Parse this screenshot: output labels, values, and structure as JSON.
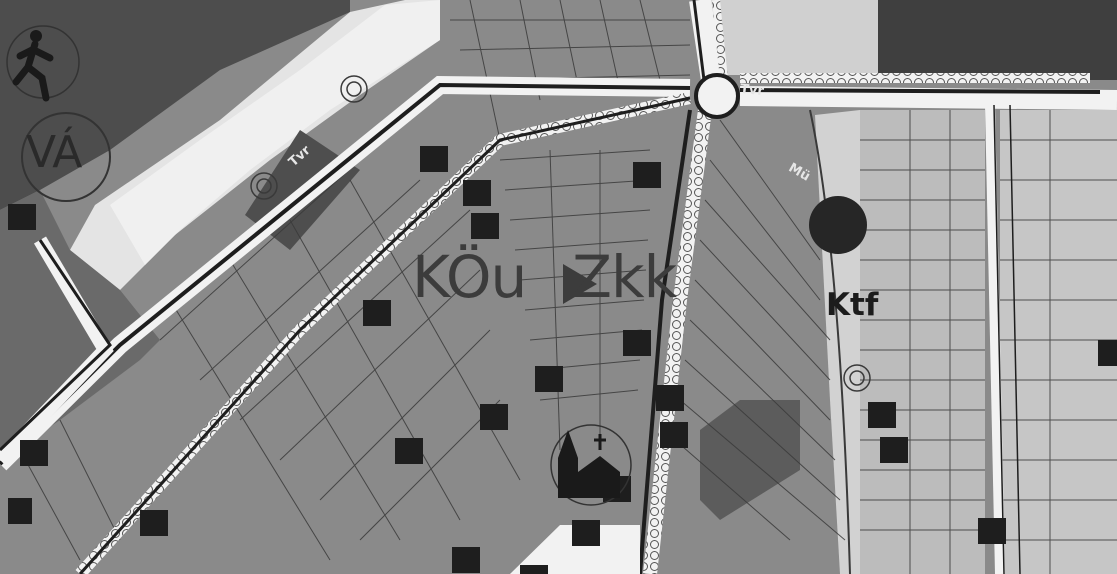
{
  "map": {
    "zone_code_main": "KÖu",
    "zone_code_target": "Zkk",
    "zone_label_ktf": "Ktf",
    "zone_label_va": "VÁ",
    "street_label_left": "Tvr",
    "street_label_top": "Tvr",
    "street_label_mid": "Mü"
  },
  "colors": {
    "background": "#ffffff",
    "parcel_dark": "#4a4a4a",
    "parcel_medium": "#8a8a8a",
    "parcel_light": "#c4c4c4",
    "parcel_lines": "#3a3a3a",
    "road": "#f2f2f2",
    "markers": "#1e1e1e"
  },
  "icons": {
    "runner": "running-person-icon",
    "church": "church-icon",
    "public_facility": "large-dark-circle",
    "point_symbol": "double-circle-icon",
    "building": "black-square-marker"
  }
}
